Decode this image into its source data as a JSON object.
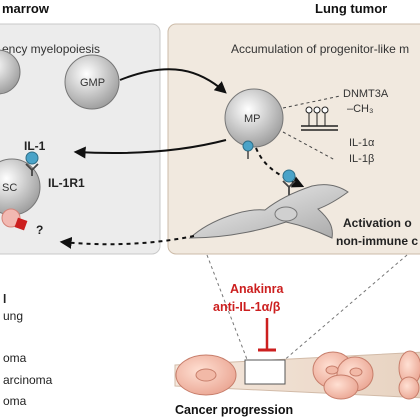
{
  "headers": {
    "bone_marrow": "marrow",
    "lung_tumor": "Lung tumor"
  },
  "left_panel": {
    "subtitle": "ency myelopoiesis",
    "gmp_label": "GMP",
    "il1_label": "IL-1",
    "il1r1_label": "IL-1R1",
    "cell_label": "SC",
    "question_mark": "?"
  },
  "right_panel": {
    "subtitle": "Accumulation of progenitor-like m",
    "mp_label": "MP",
    "dnmt_label": "DNMT3A",
    "ch3_label": "–CH₃",
    "il1a_label": "IL-1α",
    "il1b_label": "IL-1β",
    "activation_line1": "Activation o",
    "activation_line2": "non-immune c"
  },
  "left_list": {
    "items": [
      "l",
      "ung",
      "",
      "oma",
      "arcinoma",
      "oma"
    ]
  },
  "treatment": {
    "line1": "Anakinra",
    "line2": "anti-IL-1α/β"
  },
  "bottom": {
    "label": "Cancer progression"
  },
  "colors": {
    "left_panel_bg": "#ececec",
    "right_panel_bg": "#f1e9df",
    "accent_red": "#cc1f1f",
    "receptor_blue": "#4aa3c8"
  }
}
